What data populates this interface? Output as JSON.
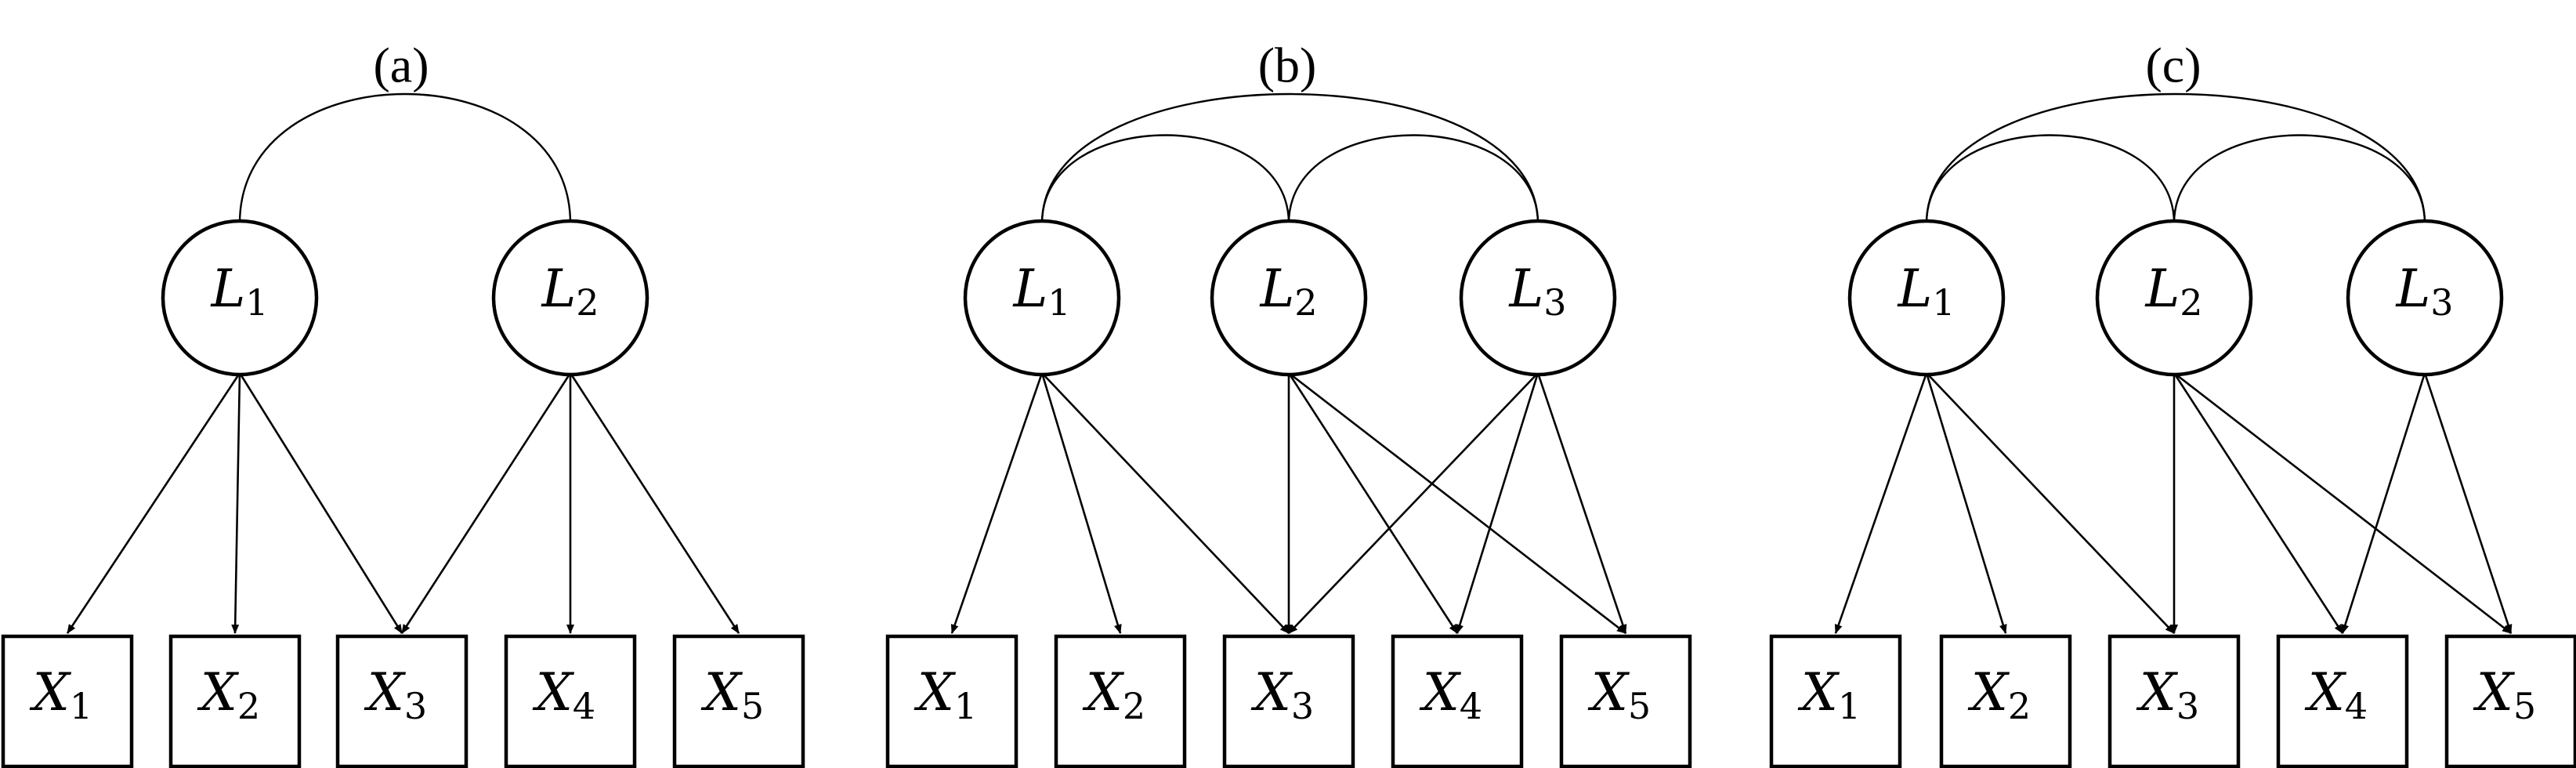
{
  "panels": [
    {
      "id": "a",
      "label": "(a)",
      "latents": [
        {
          "id": "L1",
          "letter": "L",
          "sub": "1"
        },
        {
          "id": "L2",
          "letter": "L",
          "sub": "2"
        }
      ],
      "manifests": [
        {
          "id": "X1",
          "letter": "X",
          "sub": "1"
        },
        {
          "id": "X2",
          "letter": "X",
          "sub": "2"
        },
        {
          "id": "X3",
          "letter": "X",
          "sub": "3"
        },
        {
          "id": "X4",
          "letter": "X",
          "sub": "4"
        },
        {
          "id": "X5",
          "letter": "X",
          "sub": "5"
        }
      ],
      "loadings": [
        [
          "L1",
          "X1"
        ],
        [
          "L1",
          "X2"
        ],
        [
          "L1",
          "X3"
        ],
        [
          "L2",
          "X3"
        ],
        [
          "L2",
          "X4"
        ],
        [
          "L2",
          "X5"
        ]
      ],
      "covariances": [
        [
          "L1",
          "L2"
        ]
      ]
    },
    {
      "id": "b",
      "label": "(b)",
      "latents": [
        {
          "id": "L1",
          "letter": "L",
          "sub": "1"
        },
        {
          "id": "L2",
          "letter": "L",
          "sub": "2"
        },
        {
          "id": "L3",
          "letter": "L",
          "sub": "3"
        }
      ],
      "manifests": [
        {
          "id": "X1",
          "letter": "X",
          "sub": "1"
        },
        {
          "id": "X2",
          "letter": "X",
          "sub": "2"
        },
        {
          "id": "X3",
          "letter": "X",
          "sub": "3"
        },
        {
          "id": "X4",
          "letter": "X",
          "sub": "4"
        },
        {
          "id": "X5",
          "letter": "X",
          "sub": "5"
        }
      ],
      "loadings": [
        [
          "L1",
          "X1"
        ],
        [
          "L1",
          "X2"
        ],
        [
          "L1",
          "X3"
        ],
        [
          "L2",
          "X3"
        ],
        [
          "L2",
          "X4"
        ],
        [
          "L2",
          "X5"
        ],
        [
          "L3",
          "X3"
        ],
        [
          "L3",
          "X4"
        ],
        [
          "L3",
          "X5"
        ]
      ],
      "covariances": [
        [
          "L1",
          "L2"
        ],
        [
          "L2",
          "L3"
        ],
        [
          "L1",
          "L3"
        ]
      ]
    },
    {
      "id": "c",
      "label": "(c)",
      "latents": [
        {
          "id": "L1",
          "letter": "L",
          "sub": "1"
        },
        {
          "id": "L2",
          "letter": "L",
          "sub": "2"
        },
        {
          "id": "L3",
          "letter": "L",
          "sub": "3"
        }
      ],
      "manifests": [
        {
          "id": "X1",
          "letter": "X",
          "sub": "1"
        },
        {
          "id": "X2",
          "letter": "X",
          "sub": "2"
        },
        {
          "id": "X3",
          "letter": "X",
          "sub": "3"
        },
        {
          "id": "X4",
          "letter": "X",
          "sub": "4"
        },
        {
          "id": "X5",
          "letter": "X",
          "sub": "5"
        }
      ],
      "loadings": [
        [
          "L1",
          "X1"
        ],
        [
          "L1",
          "X2"
        ],
        [
          "L1",
          "X3"
        ],
        [
          "L2",
          "X3"
        ],
        [
          "L2",
          "X4"
        ],
        [
          "L2",
          "X5"
        ],
        [
          "L3",
          "X4"
        ],
        [
          "L3",
          "X5"
        ]
      ],
      "covariances": [
        [
          "L1",
          "L2"
        ],
        [
          "L2",
          "L3"
        ],
        [
          "L1",
          "L3"
        ]
      ]
    }
  ]
}
